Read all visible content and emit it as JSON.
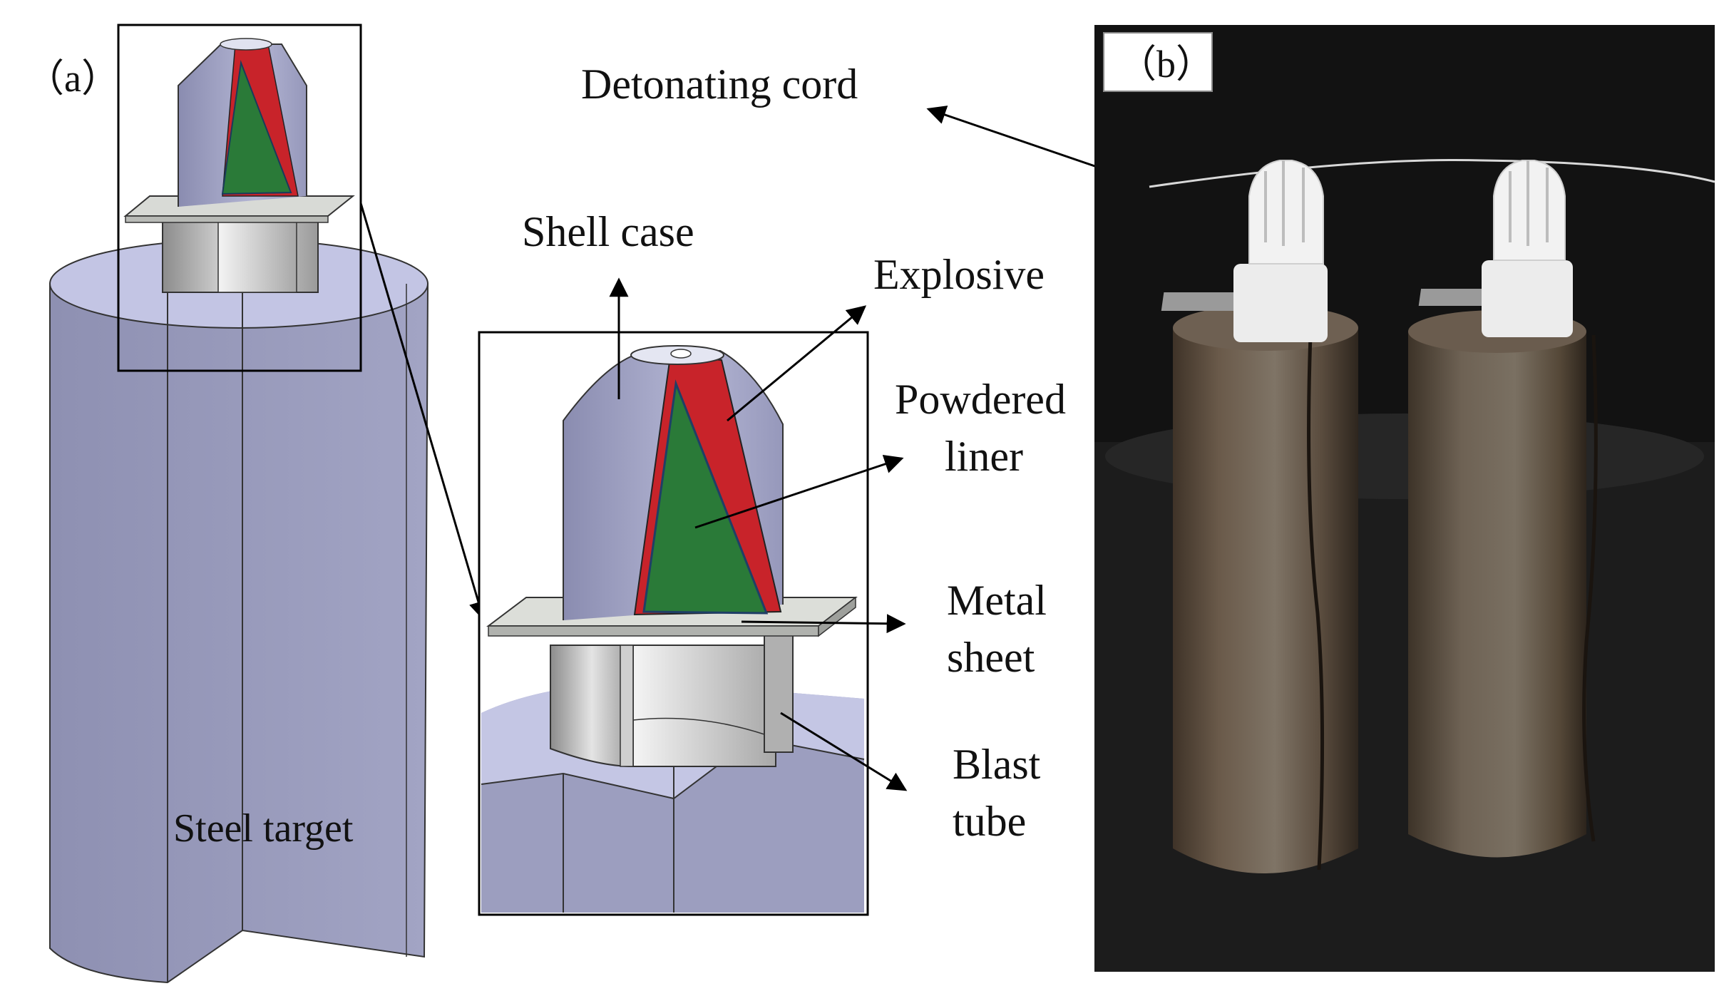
{
  "panel_a": {
    "tag": "（a）",
    "target_label": "Steel target"
  },
  "panel_b": {
    "tag": "（b）"
  },
  "callouts": {
    "detonating_cord": "Detonating cord",
    "shell_case": "Shell case",
    "explosive": "Explosive",
    "powdered_liner_1": "Powdered",
    "powdered_liner_2": "liner",
    "metal_sheet_1": "Metal",
    "metal_sheet_2": "sheet",
    "blast_tube_1": "Blast",
    "blast_tube_2": "tube"
  },
  "colors": {
    "steel": "#9a9cbd",
    "steel_top": "#c6c8e6",
    "explosive": "#c8232a",
    "liner": "#2a7a38",
    "sheet": "#d4d6d2",
    "tube": "#c8c8c8",
    "photo_bg": "#111111"
  }
}
